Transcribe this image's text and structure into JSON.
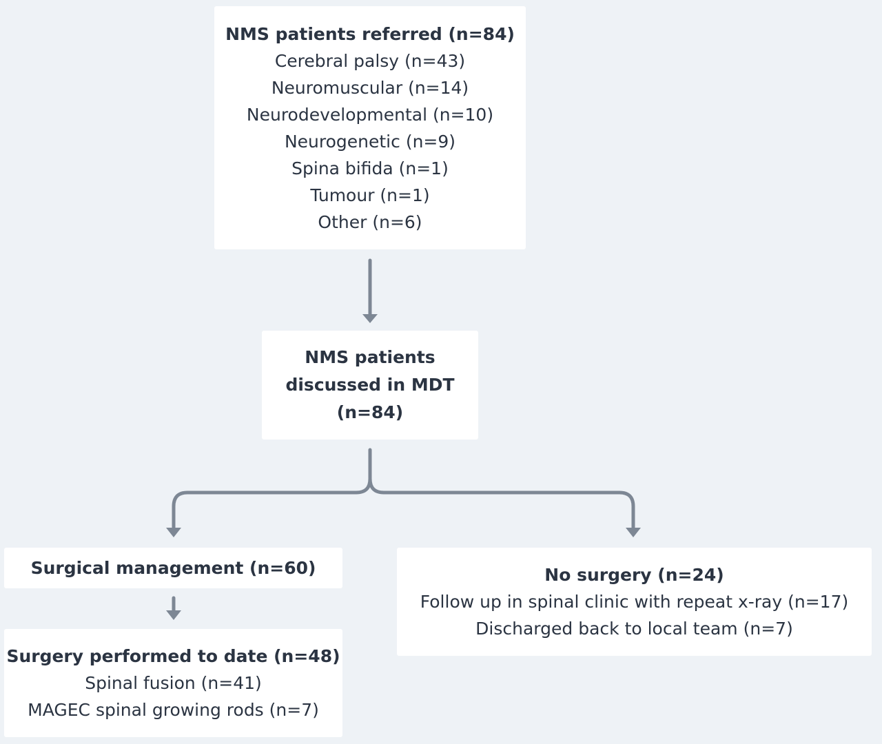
{
  "referred": {
    "title": "NMS patients referred (n=84)",
    "items": [
      "Cerebral palsy (n=43)",
      "Neuromuscular (n=14)",
      "Neurodevelopmental (n=10)",
      "Neurogenetic (n=9)",
      "Spina bifida (n=1)",
      "Tumour (n=1)",
      "Other (n=6)"
    ]
  },
  "mdt": {
    "title_lines": [
      "NMS patients",
      "discussed in MDT",
      "(n=84)"
    ]
  },
  "surgical": {
    "title": "Surgical management (n=60)"
  },
  "performed": {
    "title": "Surgery performed to date (n=48)",
    "items": [
      "Spinal fusion (n=41)",
      "MAGEC spinal growing rods (n=7)"
    ]
  },
  "no_surgery": {
    "title": "No surgery (n=24)",
    "items": [
      "Follow up in spinal clinic with repeat x-ray (n=17)",
      "Discharged back to local team (n=7)"
    ]
  },
  "colors": {
    "background": "#eef2f6",
    "box": "#ffffff",
    "text": "#2b3442",
    "connector": "#7d8794"
  }
}
